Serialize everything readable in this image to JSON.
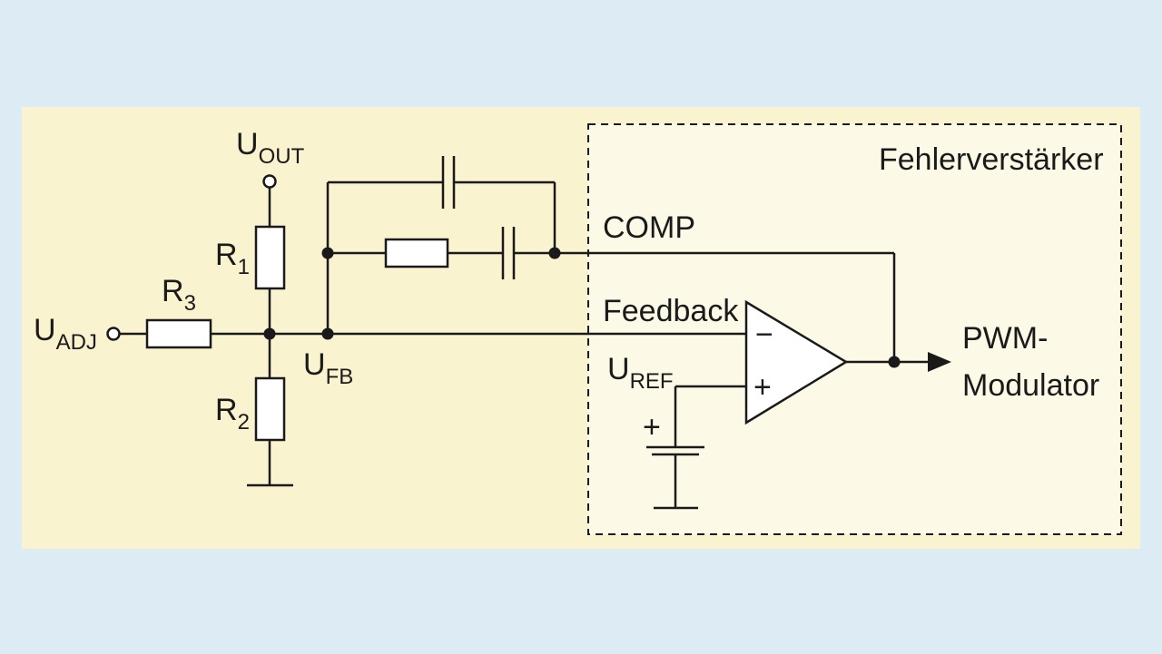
{
  "labels": {
    "u_out_main": "U",
    "u_out_sub": "OUT",
    "r1_main": "R",
    "r1_sub": "1",
    "r2_main": "R",
    "r2_sub": "2",
    "r3_main": "R",
    "r3_sub": "3",
    "u_adj_main": "U",
    "u_adj_sub": "ADJ",
    "u_fb_main": "U",
    "u_fb_sub": "FB",
    "comp": "COMP",
    "feedback": "Feedback",
    "u_ref_main": "U",
    "u_ref_sub": "REF",
    "minus": "−",
    "plus": "+",
    "battery_plus": "+",
    "pwm_line1": "PWM-",
    "pwm_line2": "Modulator",
    "box_title": "Fehlerverstärker"
  },
  "colors": {
    "background": "#dcebf4",
    "panel": "#faf3cf",
    "inner_box": "#fcf9e6",
    "line": "#1a1a1a",
    "component_fill": "#ffffff"
  }
}
